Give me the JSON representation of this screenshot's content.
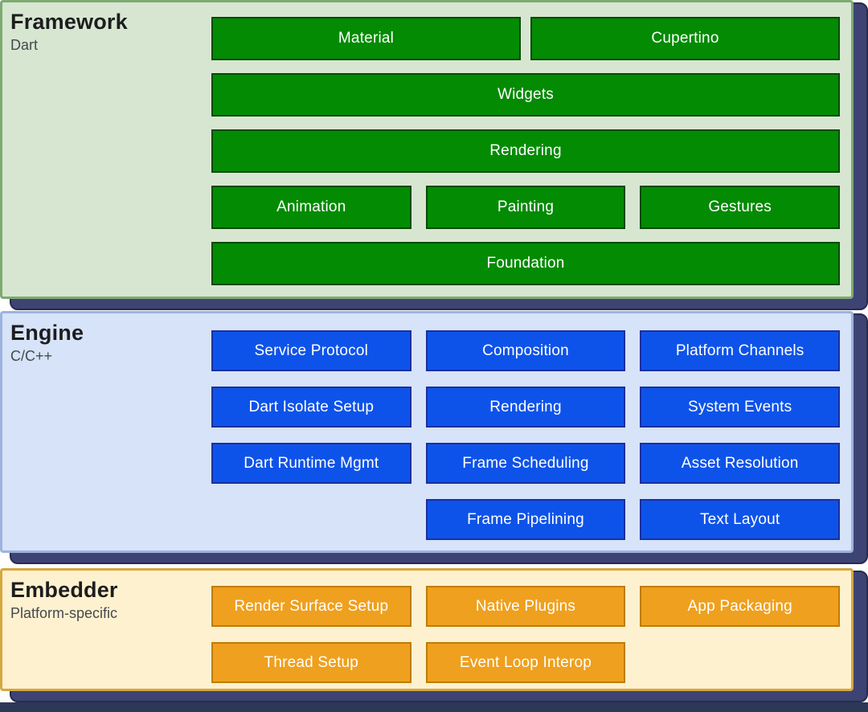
{
  "colors": {
    "shadow": "#3d4474",
    "shadow_outline": "#262b4d",
    "bottom_strip": "#2b3858",
    "framework_panel_bg": "#d7e6d1",
    "framework_panel_border": "#7ea971",
    "framework_box_bg": "#038b03",
    "framework_box_border": "#094a09",
    "engine_panel_bg": "#d6e3f8",
    "engine_panel_border": "#9db3de",
    "engine_box_bg": "#0e53e9",
    "engine_box_border": "#1c2fa0",
    "embedder_panel_bg": "#fdf1cf",
    "embedder_panel_border": "#d6a73f",
    "embedder_box_bg": "#efa01e",
    "embedder_box_border": "#bf7c04",
    "box_text": "#ffffff"
  },
  "layers": [
    {
      "title": "Framework",
      "subtitle": "Dart",
      "rows": [
        {
          "boxes": [
            "Material",
            "Cupertino"
          ]
        },
        {
          "boxes": [
            "Widgets"
          ]
        },
        {
          "boxes": [
            "Rendering"
          ]
        },
        {
          "boxes": [
            "Animation",
            "Painting",
            "Gestures"
          ]
        },
        {
          "boxes": [
            "Foundation"
          ]
        }
      ]
    },
    {
      "title": "Engine",
      "subtitle": "C/C++",
      "rows": [
        {
          "boxes": [
            "Service Protocol",
            "Composition",
            "Platform Channels"
          ]
        },
        {
          "boxes": [
            "Dart Isolate Setup",
            "Rendering",
            "System Events"
          ]
        },
        {
          "boxes": [
            "Dart Runtime Mgmt",
            "Frame Scheduling",
            "Asset Resolution"
          ]
        },
        {
          "boxes": [
            "Frame Pipelining",
            "Text Layout"
          ]
        }
      ]
    },
    {
      "title": "Embedder",
      "subtitle": "Platform-specific",
      "rows": [
        {
          "boxes": [
            "Render Surface Setup",
            "Native Plugins",
            "App Packaging"
          ]
        },
        {
          "boxes": [
            "Thread Setup",
            "Event Loop Interop"
          ]
        }
      ]
    }
  ]
}
